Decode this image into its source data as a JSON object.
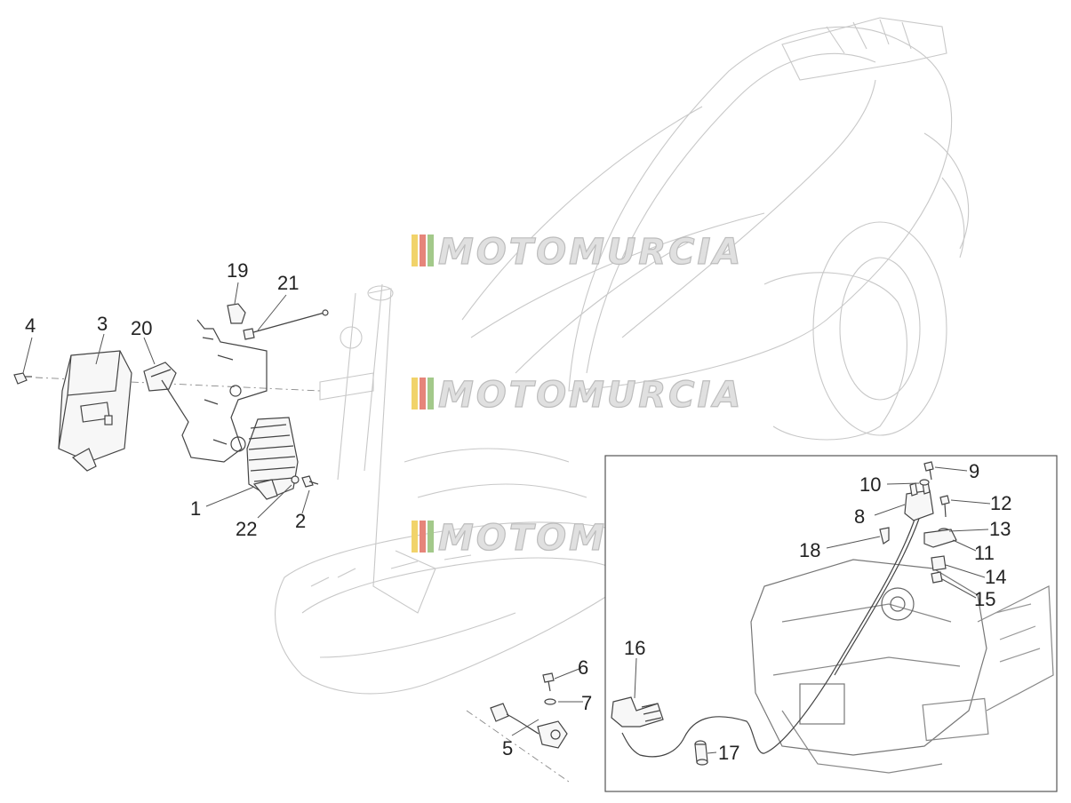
{
  "watermark": {
    "text": "MOTOMURCIA",
    "stripe_colors": [
      "#f1d36a",
      "#e6857a",
      "#a3c98a"
    ]
  },
  "callouts": {
    "c1": "1",
    "c2": "2",
    "c3": "3",
    "c4": "4",
    "c5": "5",
    "c6": "6",
    "c7": "7",
    "c8": "8",
    "c9": "9",
    "c10": "10",
    "c11": "11",
    "c12": "12",
    "c13": "13",
    "c14": "14",
    "c15": "15",
    "c16": "16",
    "c17": "17",
    "c18": "18",
    "c19": "19",
    "c20": "20",
    "c21": "21",
    "c22": "22"
  },
  "icons": {
    "ecu": "control-unit-icon",
    "bolt": "screw-icon",
    "coil": "ignition-coil-icon",
    "cap": "spark-plug-cap-icon",
    "sensor": "sensor-icon"
  }
}
